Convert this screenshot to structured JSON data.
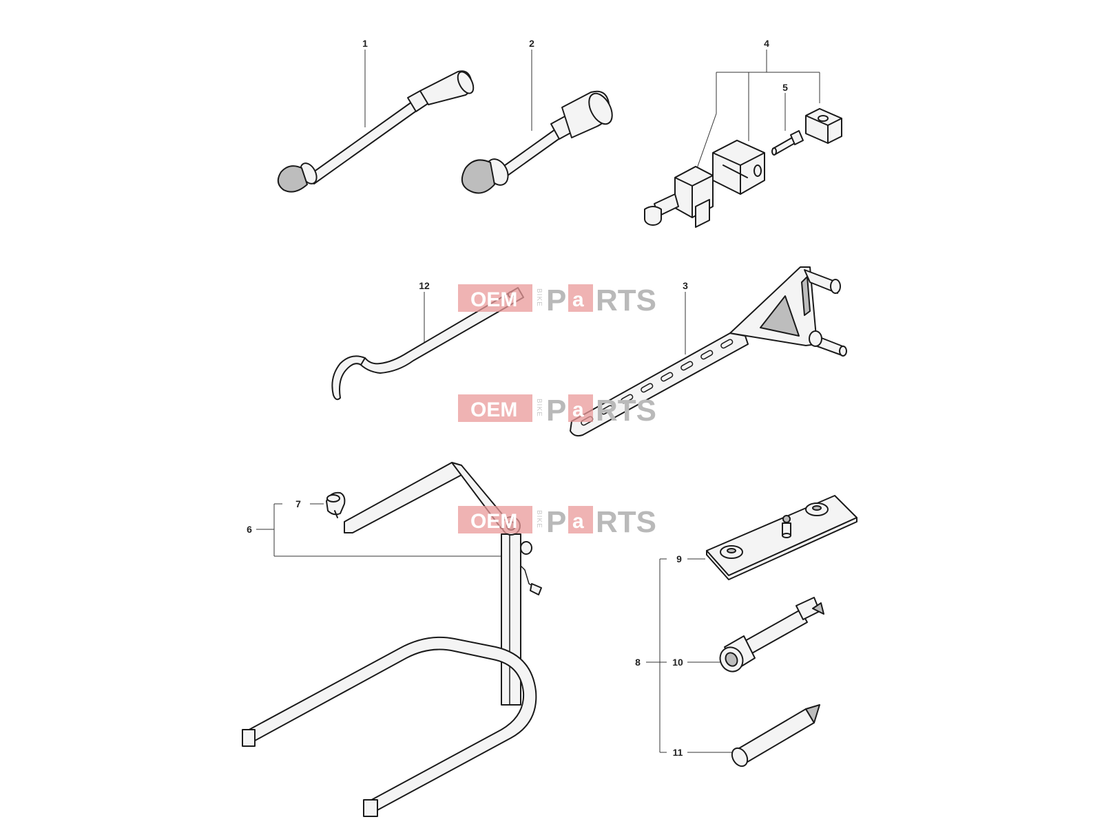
{
  "callouts": {
    "c1": "1",
    "c2": "2",
    "c3": "3",
    "c4": "4",
    "c5": "5",
    "c6": "6",
    "c7": "7",
    "c8": "8",
    "c9": "9",
    "c10": "10",
    "c11": "11",
    "c12": "12"
  },
  "watermark": {
    "oem": "OEM",
    "bike": "BIKE",
    "p": "P",
    "a": "a",
    "rts": "RTS"
  },
  "colors": {
    "watermark_red": "#e99a9a",
    "watermark_gray": "#b9b9b9",
    "line": "#1a1a1a"
  }
}
